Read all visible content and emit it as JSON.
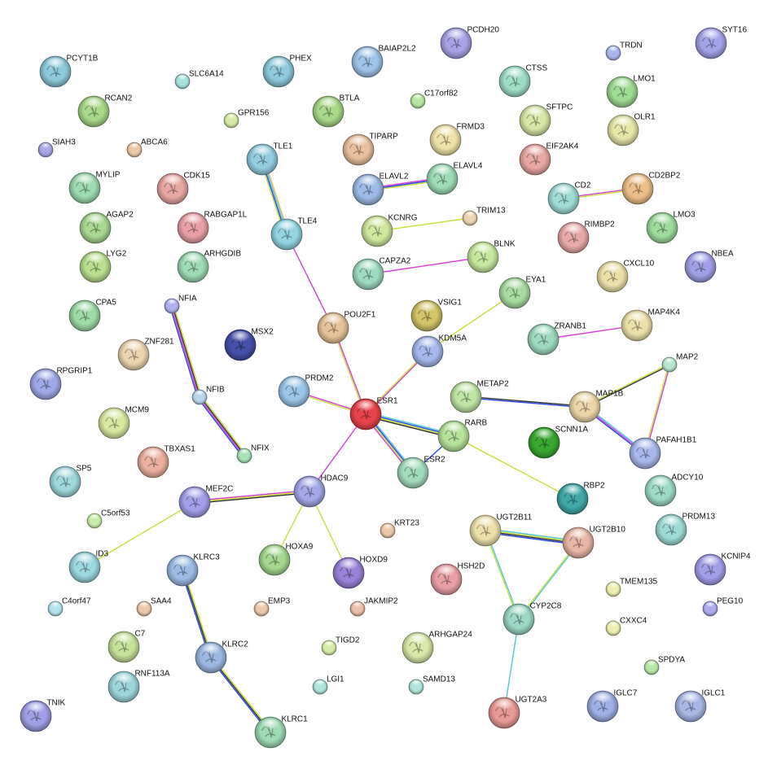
{
  "network": {
    "nodes": [
      {
        "id": "PCYT1B",
        "color": "#8ec9dc",
        "size": "large"
      },
      {
        "id": "PHEX",
        "color": "#8ec9dc",
        "size": "large"
      },
      {
        "id": "BAIAP2L2",
        "color": "#9fc4e8",
        "size": "large"
      },
      {
        "id": "PCDH20",
        "color": "#a7a3e6",
        "size": "large"
      },
      {
        "id": "TRDN",
        "color": "#a9b8ec",
        "size": "small"
      },
      {
        "id": "SYT16",
        "color": "#a3a3e8",
        "size": "large"
      },
      {
        "id": "SLC6A14",
        "color": "#a8e2dc",
        "size": "small"
      },
      {
        "id": "CTSS",
        "color": "#9fdec6",
        "size": "large"
      },
      {
        "id": "LMO1",
        "color": "#9edb93",
        "size": "large"
      },
      {
        "id": "RCAN2",
        "color": "#a8d888",
        "size": "large"
      },
      {
        "id": "BTLA",
        "color": "#a8d888",
        "size": "large"
      },
      {
        "id": "C17orf82",
        "color": "#b6e6a0",
        "size": "small"
      },
      {
        "id": "GPR156",
        "color": "#d6eaa6",
        "size": "small"
      },
      {
        "id": "SFTPC",
        "color": "#d7e6a6",
        "size": "large"
      },
      {
        "id": "OLR1",
        "color": "#e6e6a8",
        "size": "large"
      },
      {
        "id": "SIAH3",
        "color": "#a7a7e6",
        "size": "small"
      },
      {
        "id": "ABCA6",
        "color": "#ecc8aa",
        "size": "small"
      },
      {
        "id": "TIPARP",
        "color": "#e8c09e",
        "size": "large"
      },
      {
        "id": "FRMD3",
        "color": "#efe2a8",
        "size": "large"
      },
      {
        "id": "EIF2AK4",
        "color": "#e8a7a3",
        "size": "large"
      },
      {
        "id": "TLE1",
        "color": "#94cde0",
        "size": "large"
      },
      {
        "id": "ELAVL2",
        "color": "#9dbbe6",
        "size": "large"
      },
      {
        "id": "ELAVL4",
        "color": "#9edbb6",
        "size": "large"
      },
      {
        "id": "MYLIP",
        "color": "#9edbb0",
        "size": "large"
      },
      {
        "id": "CDK15",
        "color": "#e8a7a3",
        "size": "large"
      },
      {
        "id": "CD2",
        "color": "#a0dcd6",
        "size": "large"
      },
      {
        "id": "CD2BP2",
        "color": "#ecbf8a",
        "size": "large"
      },
      {
        "id": "AGAP2",
        "color": "#a8d892",
        "size": "large"
      },
      {
        "id": "RABGAP1L",
        "color": "#e8a0a6",
        "size": "large"
      },
      {
        "id": "TRIM13",
        "color": "#ecd4b0",
        "size": "small"
      },
      {
        "id": "KCNRG",
        "color": "#cfe89e",
        "size": "large"
      },
      {
        "id": "TLE4",
        "color": "#94d4e2",
        "size": "large"
      },
      {
        "id": "RIMBP2",
        "color": "#e8aaa8",
        "size": "large"
      },
      {
        "id": "LMO3",
        "color": "#9edb9c",
        "size": "large"
      },
      {
        "id": "LYG2",
        "color": "#b8de8e",
        "size": "large"
      },
      {
        "id": "ARHGDIB",
        "color": "#9edbb4",
        "size": "large"
      },
      {
        "id": "BLNK",
        "color": "#c6e89e",
        "size": "large"
      },
      {
        "id": "CAPZA2",
        "color": "#9edbc0",
        "size": "large"
      },
      {
        "id": "NBEA",
        "color": "#9f9fe6",
        "size": "large"
      },
      {
        "id": "CXCL10",
        "color": "#ece0aa",
        "size": "large"
      },
      {
        "id": "EYA1",
        "color": "#a8dca0",
        "size": "large"
      },
      {
        "id": "NFIA",
        "color": "#b0b2ec",
        "size": "small"
      },
      {
        "id": "VSIG1",
        "color": "#d2c468",
        "size": "large"
      },
      {
        "id": "CPA5",
        "color": "#9edba6",
        "size": "large"
      },
      {
        "id": "POU2F1",
        "color": "#e6c29a",
        "size": "large"
      },
      {
        "id": "MAP4K4",
        "color": "#ece0aa",
        "size": "large"
      },
      {
        "id": "ZRANB1",
        "color": "#9edbc0",
        "size": "large"
      },
      {
        "id": "MSX2",
        "color": "#4550a8",
        "size": "large"
      },
      {
        "id": "KDM5A",
        "color": "#a6b8ec",
        "size": "large"
      },
      {
        "id": "ZNF281",
        "color": "#ecd4b0",
        "size": "large"
      },
      {
        "id": "MAP2",
        "color": "#b6e6cc",
        "size": "small"
      },
      {
        "id": "RPGRIP1",
        "color": "#9fa9e6",
        "size": "large"
      },
      {
        "id": "PRDM2",
        "color": "#9cc6e8",
        "size": "large"
      },
      {
        "id": "NFIB",
        "color": "#b8d6ec",
        "size": "small"
      },
      {
        "id": "ESR1",
        "color": "#e8434a",
        "size": "large"
      },
      {
        "id": "METAP2",
        "color": "#bfe4a4",
        "size": "large"
      },
      {
        "id": "MAP1B",
        "color": "#ecd6a8",
        "size": "large"
      },
      {
        "id": "MCM9",
        "color": "#d8e8a0",
        "size": "large"
      },
      {
        "id": "RARB",
        "color": "#b6e29a",
        "size": "large"
      },
      {
        "id": "SCNN1A",
        "color": "#3aa830",
        "size": "large"
      },
      {
        "id": "PAFAH1B1",
        "color": "#a9b8ec",
        "size": "large"
      },
      {
        "id": "TBXAS1",
        "color": "#ecb0a0",
        "size": "large"
      },
      {
        "id": "NFIX",
        "color": "#a8e2b8",
        "size": "small"
      },
      {
        "id": "ESR2",
        "color": "#a2dbbc",
        "size": "large"
      },
      {
        "id": "SP5",
        "color": "#9fd8dc",
        "size": "large"
      },
      {
        "id": "ADCY10",
        "color": "#9edbc6",
        "size": "large"
      },
      {
        "id": "MEF2C",
        "color": "#a2a0e8",
        "size": "large"
      },
      {
        "id": "HDAC9",
        "color": "#a4a8e8",
        "size": "large"
      },
      {
        "id": "RBP2",
        "color": "#40a8a8",
        "size": "large"
      },
      {
        "id": "C5orf53",
        "color": "#c8ecaa",
        "size": "small"
      },
      {
        "id": "KRT23",
        "color": "#ecc8aa",
        "size": "small"
      },
      {
        "id": "UGT2B11",
        "color": "#ece0aa",
        "size": "large"
      },
      {
        "id": "PRDM13",
        "color": "#9edbd6",
        "size": "large"
      },
      {
        "id": "UGT2B10",
        "color": "#e8b6a6",
        "size": "large"
      },
      {
        "id": "ID3",
        "color": "#9cd8e0",
        "size": "large"
      },
      {
        "id": "KLRC3",
        "color": "#9cbce6",
        "size": "large"
      },
      {
        "id": "HOXA9",
        "color": "#a4d890",
        "size": "large"
      },
      {
        "id": "HOXD9",
        "color": "#9a82d8",
        "size": "large"
      },
      {
        "id": "HSH2D",
        "color": "#e8a0a6",
        "size": "large"
      },
      {
        "id": "KCNIP4",
        "color": "#a29ee8",
        "size": "large"
      },
      {
        "id": "TMEM135",
        "color": "#eeeeb0",
        "size": "small"
      },
      {
        "id": "C4orf47",
        "color": "#b6e2ec",
        "size": "small"
      },
      {
        "id": "SAA4",
        "color": "#ecc8aa",
        "size": "small"
      },
      {
        "id": "EMP3",
        "color": "#ecc8aa",
        "size": "small"
      },
      {
        "id": "JAKMIP2",
        "color": "#ecc0aa",
        "size": "small"
      },
      {
        "id": "CYP2C8",
        "color": "#9cd8c6",
        "size": "large"
      },
      {
        "id": "PEG10",
        "color": "#acacec",
        "size": "small"
      },
      {
        "id": "CXXC4",
        "color": "#eeeeb0",
        "size": "small"
      },
      {
        "id": "C7",
        "color": "#c6e29a",
        "size": "large"
      },
      {
        "id": "ARHGAP24",
        "color": "#d8e8a8",
        "size": "large"
      },
      {
        "id": "TIGD2",
        "color": "#d8ecaa",
        "size": "small"
      },
      {
        "id": "KLRC2",
        "color": "#9cb8e2",
        "size": "large"
      },
      {
        "id": "SPDYA",
        "color": "#b8e6a8",
        "size": "small"
      },
      {
        "id": "RNF113A",
        "color": "#9cd6dc",
        "size": "large"
      },
      {
        "id": "LGI1",
        "color": "#b0e6dc",
        "size": "small"
      },
      {
        "id": "SAMD13",
        "color": "#b0e6dc",
        "size": "small"
      },
      {
        "id": "IGLC7",
        "color": "#9fb0e6",
        "size": "large"
      },
      {
        "id": "IGLC1",
        "color": "#a8b8e4",
        "size": "large"
      },
      {
        "id": "TNIK",
        "color": "#9f9fe6",
        "size": "large"
      },
      {
        "id": "UGT2A3",
        "color": "#e89a96",
        "size": "large"
      },
      {
        "id": "KLRC1",
        "color": "#9edbb4",
        "size": "large"
      }
    ],
    "edges": [
      {
        "source": "TLE1",
        "target": "TLE4",
        "colors": [
          "#e6b84a",
          "#52c8d8",
          "#2a46e0",
          "#c8de3c"
        ]
      },
      {
        "source": "ELAVL2",
        "target": "ELAVL4",
        "colors": [
          "#d640d6",
          "#2a46e0",
          "#c8de3c"
        ]
      },
      {
        "source": "CD2",
        "target": "CD2BP2",
        "colors": [
          "#d640d6",
          "#c8de3c"
        ]
      },
      {
        "source": "KCNRG",
        "target": "TRIM13",
        "colors": [
          "#c8de3c"
        ]
      },
      {
        "source": "CAPZA2",
        "target": "BLNK",
        "colors": [
          "#d640d6"
        ]
      },
      {
        "source": "TLE4",
        "target": "POU2F1",
        "colors": [
          "#d640d6"
        ]
      },
      {
        "source": "KDM5A",
        "target": "EYA1",
        "colors": [
          "#c8de3c"
        ]
      },
      {
        "source": "ZRANB1",
        "target": "MAP4K4",
        "colors": [
          "#d640d6"
        ]
      },
      {
        "source": "NFIA",
        "target": "NFIB",
        "colors": [
          "#c8de3c",
          "#333333",
          "#d640d6",
          "#2a46e0"
        ]
      },
      {
        "source": "NFIB",
        "target": "NFIX",
        "colors": [
          "#c8de3c",
          "#333333",
          "#d640d6",
          "#2a46e0"
        ]
      },
      {
        "source": "POU2F1",
        "target": "ESR1",
        "colors": [
          "#d640d6",
          "#c8de3c"
        ]
      },
      {
        "source": "KDM5A",
        "target": "ESR1",
        "colors": [
          "#d640d6",
          "#c8de3c"
        ]
      },
      {
        "source": "PRDM2",
        "target": "ESR1",
        "colors": [
          "#d640d6",
          "#c8de3c"
        ]
      },
      {
        "source": "ESR1",
        "target": "RARB",
        "colors": [
          "#52c8d8",
          "#2a46e0",
          "#c8de3c",
          "#333333"
        ]
      },
      {
        "source": "ESR1",
        "target": "ESR2",
        "colors": [
          "#52c8d8",
          "#2a46e0",
          "#c8de3c",
          "#d640d6"
        ]
      },
      {
        "source": "ESR1",
        "target": "HDAC9",
        "colors": [
          "#d640d6"
        ]
      },
      {
        "source": "METAP2",
        "target": "MAP1B",
        "colors": [
          "#333333",
          "#2a46e0"
        ]
      },
      {
        "source": "MAP1B",
        "target": "MAP2",
        "colors": [
          "#c8de3c",
          "#333333"
        ]
      },
      {
        "source": "MAP2",
        "target": "PAFAH1B1",
        "colors": [
          "#d640d6",
          "#c8de3c"
        ]
      },
      {
        "source": "MAP1B",
        "target": "PAFAH1B1",
        "colors": [
          "#52c8d8",
          "#d640d6",
          "#2a46e0"
        ]
      },
      {
        "source": "RARB",
        "target": "ESR2",
        "colors": [
          "#2a46e0"
        ]
      },
      {
        "source": "RARB",
        "target": "RBP2",
        "colors": [
          "#c8de3c"
        ]
      },
      {
        "source": "MEF2C",
        "target": "HDAC9",
        "colors": [
          "#d640d6",
          "#c8de3c",
          "#333333"
        ]
      },
      {
        "source": "MEF2C",
        "target": "ID3",
        "colors": [
          "#c8de3c"
        ]
      },
      {
        "source": "HDAC9",
        "target": "HOXA9",
        "colors": [
          "#c8de3c"
        ]
      },
      {
        "source": "HDAC9",
        "target": "HOXD9",
        "colors": [
          "#c8de3c"
        ]
      },
      {
        "source": "UGT2B11",
        "target": "UGT2B10",
        "colors": [
          "#52c8d8",
          "#c8de3c",
          "#333333",
          "#2a46e0"
        ]
      },
      {
        "source": "UGT2B11",
        "target": "CYP2C8",
        "colors": [
          "#52c8d8",
          "#c8de3c"
        ]
      },
      {
        "source": "UGT2B10",
        "target": "CYP2C8",
        "colors": [
          "#52c8d8",
          "#c8de3c"
        ]
      },
      {
        "source": "CYP2C8",
        "target": "UGT2A3",
        "colors": [
          "#52c8d8"
        ]
      },
      {
        "source": "KLRC3",
        "target": "KLRC2",
        "colors": [
          "#c8de3c",
          "#333333",
          "#2a46e0"
        ]
      },
      {
        "source": "KLRC2",
        "target": "KLRC1",
        "colors": [
          "#c8de3c",
          "#333333",
          "#2a46e0"
        ]
      }
    ]
  }
}
